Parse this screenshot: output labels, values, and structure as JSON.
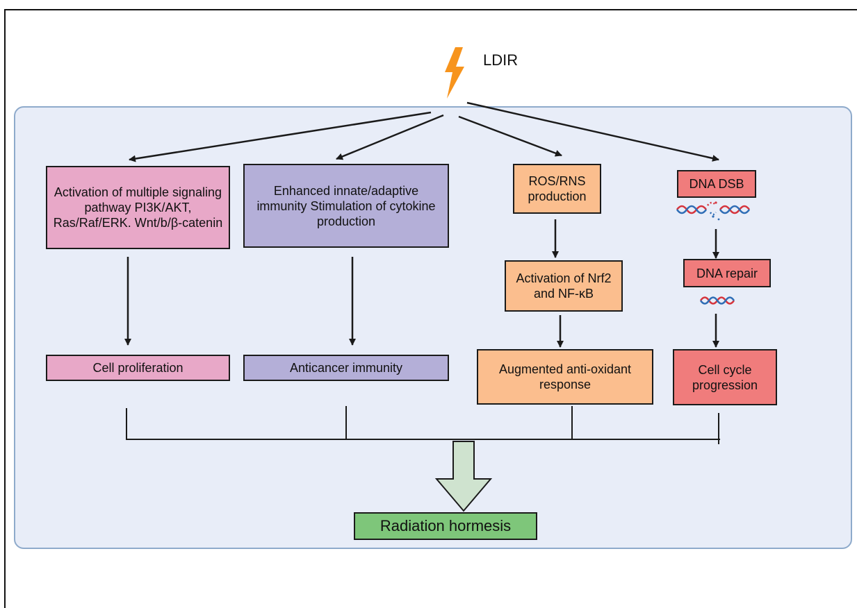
{
  "source_label": "LDIR",
  "boxes": {
    "signaling": "Activation of multiple signaling pathway PI3K/AKT, Ras/Raf/ERK. Wnt/b/β-catenin",
    "immunity": "Enhanced innate/adaptive immunity Stimulation of cytokine production",
    "ros": "ROS/RNS production",
    "dsb": "DNA DSB",
    "proliferation": "Cell proliferation",
    "anticancer": "Anticancer immunity",
    "nrf2": "Activation of Nrf2 and NF-κB",
    "antioxidant": "Augmented anti-oxidant response",
    "repair": "DNA repair",
    "cellcycle": "Cell cycle progression",
    "outcome": "Radiation hormesis"
  },
  "colors": {
    "pink": "#e8a8c8",
    "purple": "#b4afd8",
    "orange": "#fbbe8e",
    "red": "#f07c7c",
    "green": "#7ec67a",
    "panel": "#e8edf8",
    "lightning": "#f7941d",
    "dna_red": "#d6343c",
    "dna_blue": "#2f6db5"
  }
}
